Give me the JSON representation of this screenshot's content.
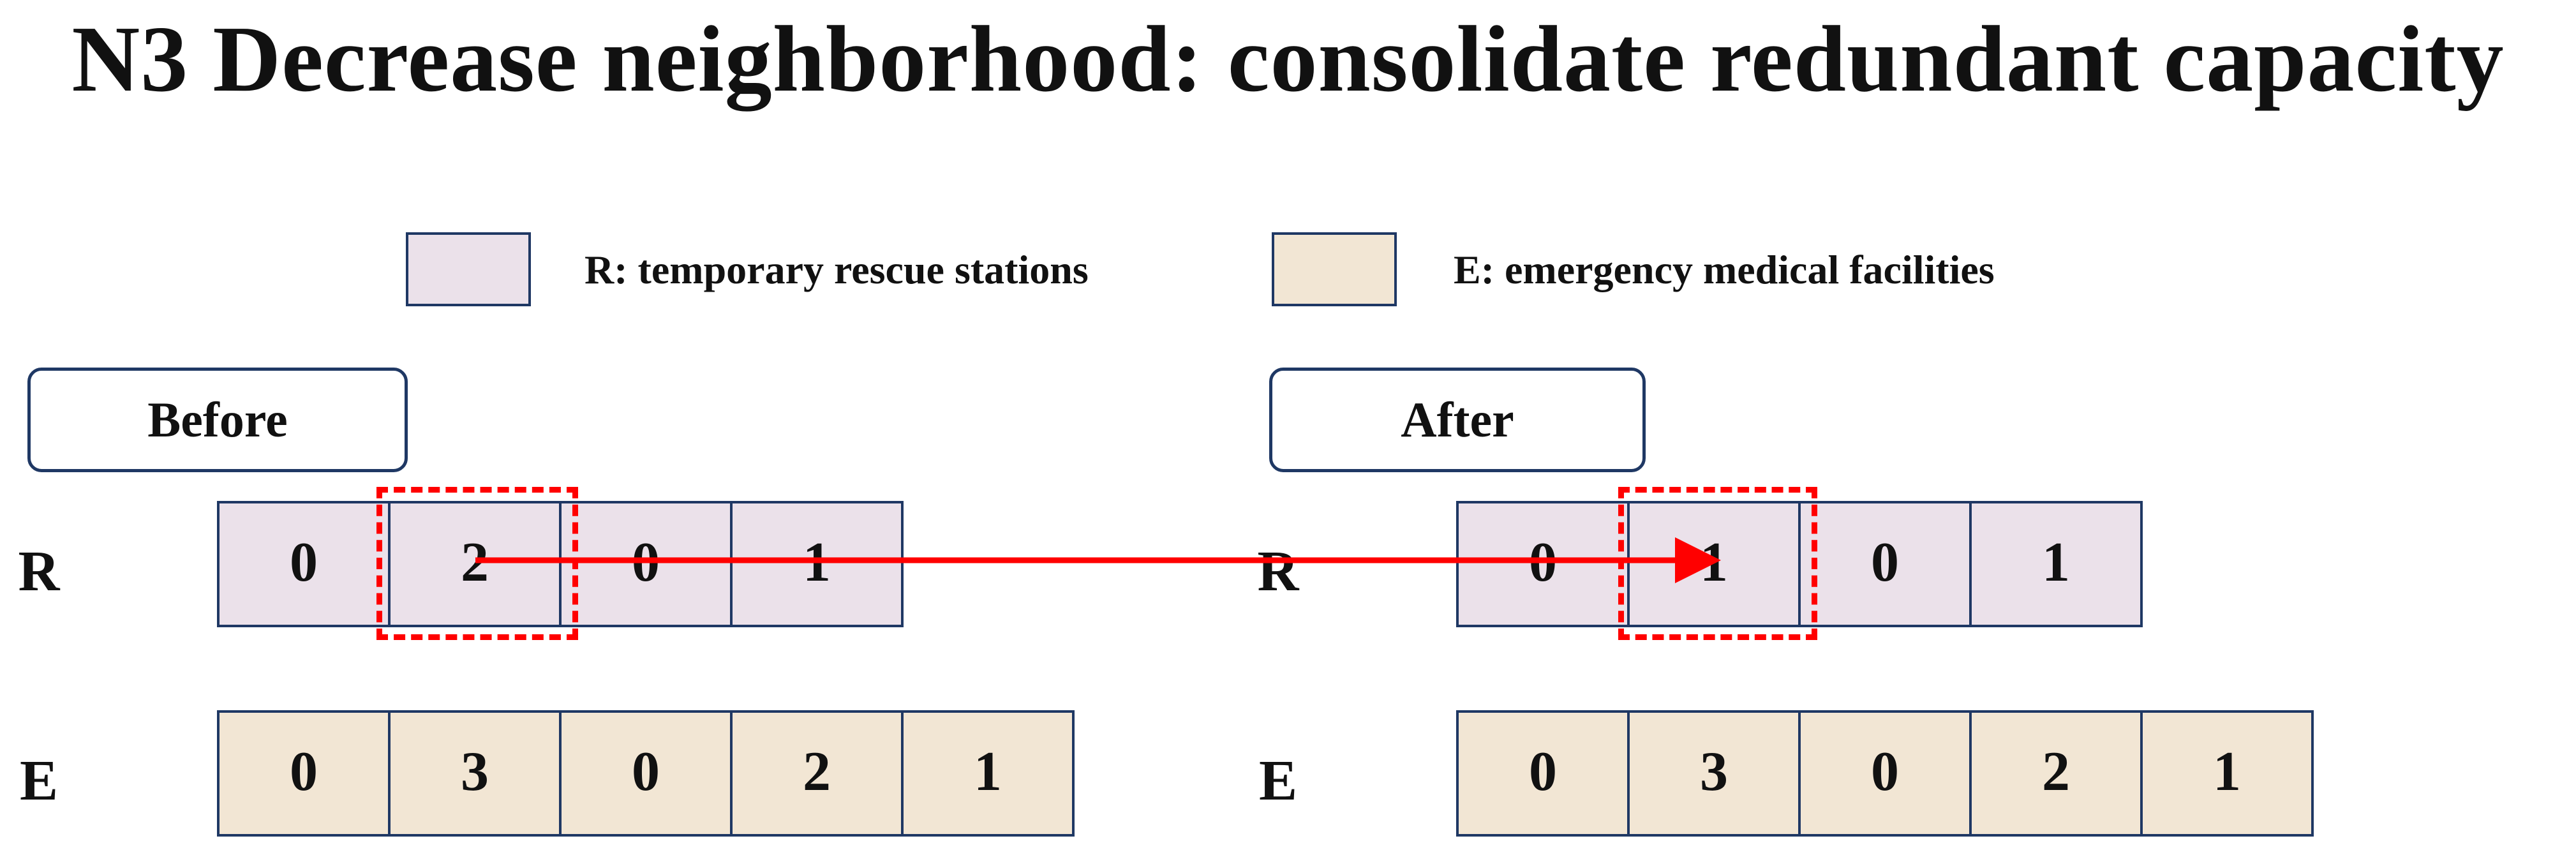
{
  "title": "N3 Decrease neighborhood: consolidate redundant capacity",
  "legend": {
    "r_label": "R: temporary rescue stations",
    "e_label": "E: emergency medical facilities"
  },
  "colors": {
    "r_fill": "#ebe1ea",
    "e_fill": "#f2e6d4",
    "border": "#1f3864",
    "highlight": "#ff0000"
  },
  "before": {
    "label": "Before",
    "r_row_label": "R",
    "e_row_label": "E",
    "r_values": [
      "0",
      "2",
      "0",
      "1"
    ],
    "e_values": [
      "0",
      "3",
      "0",
      "2",
      "1"
    ],
    "highlighted_r_index": 1
  },
  "after": {
    "label": "After",
    "r_row_label": "R",
    "e_row_label": "E",
    "r_values": [
      "0",
      "1",
      "0",
      "1"
    ],
    "e_values": [
      "0",
      "3",
      "0",
      "2",
      "1"
    ],
    "highlighted_r_index": 1
  }
}
